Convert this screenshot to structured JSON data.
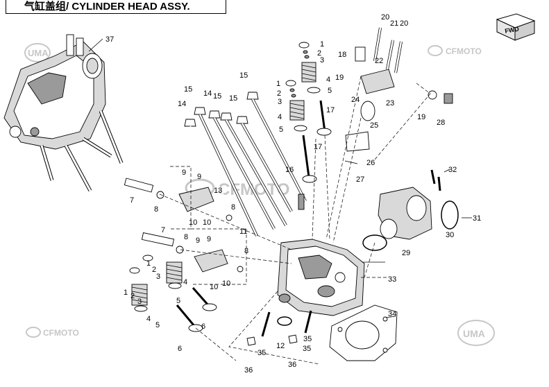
{
  "title": "气缸盖组/ CYLINDER HEAD ASSY.",
  "fwd_label": "FWD",
  "watermarks": {
    "uma": "UMA",
    "cfmoto": "CFMOTO"
  },
  "callouts": {
    "n1": "1",
    "n2": "2",
    "n3": "3",
    "n4": "4",
    "n5": "5",
    "n6": "6",
    "n7": "7",
    "n8": "8",
    "n9": "9",
    "n10": "10",
    "n11": "11",
    "n12": "12",
    "n13": "13",
    "n14": "14",
    "n15": "15",
    "n16": "16",
    "n17": "17",
    "n18": "18",
    "n19": "19",
    "n20": "20",
    "n21": "21",
    "n22": "22",
    "n23": "23",
    "n24": "24",
    "n25": "25",
    "n26": "26",
    "n27": "27",
    "n28": "28",
    "n29": "29",
    "n30": "30",
    "n31": "31",
    "n32": "32",
    "n33": "33",
    "n34": "34",
    "n35": "35",
    "n36": "36",
    "n37": "37"
  },
  "colors": {
    "line": "#000000",
    "watermark": "#c7c7c7",
    "background": "#ffffff"
  }
}
